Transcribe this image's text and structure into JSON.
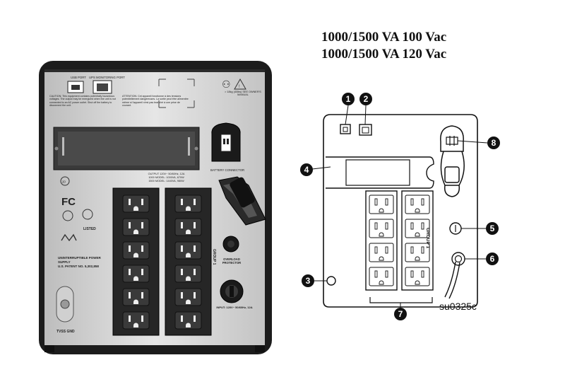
{
  "title_lines": [
    "1000/1500 VA 100 Vac",
    "1000/1500 VA 120 Vac"
  ],
  "figure_code": "su0325c",
  "callouts": [
    "1",
    "2",
    "3",
    "4",
    "5",
    "6",
    "7",
    "8"
  ],
  "photo": {
    "usb_port": "USB PORT",
    "monitoring_port": "UPS MONITORING PORT",
    "caution": "CAUTION: This equipment contains potentially hazardous voltages. The output may be energized when the unit is not connected to an AC power outlet. Shut off the battery to disconnect the unit.",
    "attention": "ATTENTION: Cet appareil fonctionne à des tensions potentiellement dangereuses. La sortie peut être alimentée même si l'appareil n'est pas branché à une prise de courant.",
    "weight": "> 18kg (40lbs) SEE OWNER'S MANUAL",
    "battery_connector": "BATTERY CONNECTOR",
    "output_rating": "OUTPUT 120V~ 50/60Hz, 12A",
    "output_model_1000": "1000 MODEL: 1000VA, 670W",
    "output_model_1500": "1500 MODEL: 1440VA, 980W",
    "group": "GROUP 1",
    "overload": "OVERLOAD PROTECTOR",
    "input": "INPUT: 120V~ 50/60Hz, 12A",
    "fc": "FC",
    "listed": "LISTED",
    "ups_label": "UNINTERRUPTIBLE POWER SUPPLY",
    "patent": "U.S. PATENT NO. 5,302,858",
    "tvss": "TVSS GND",
    "recycle": "20"
  }
}
